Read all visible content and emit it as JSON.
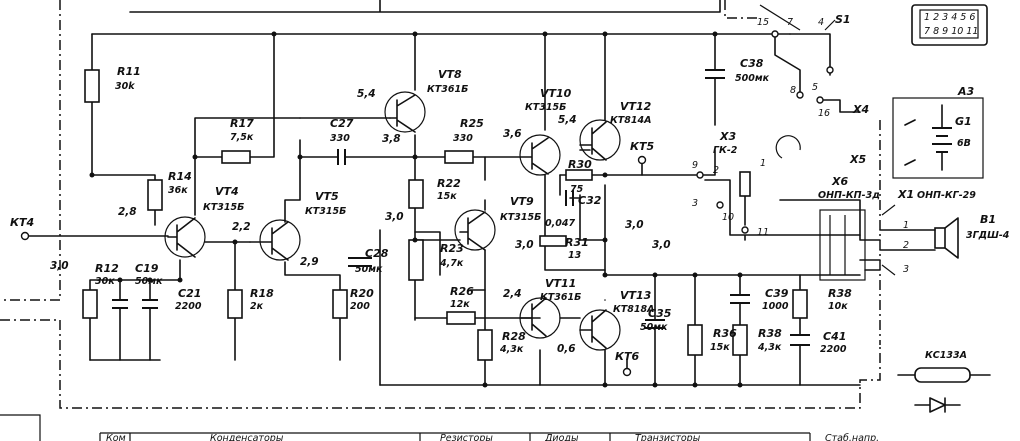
{
  "resistors": [
    {
      "id": "R11",
      "ref": "R11",
      "value": "30k"
    },
    {
      "id": "R14",
      "ref": "R14",
      "value": "36к"
    },
    {
      "id": "R17",
      "ref": "R17",
      "value": "7,5к"
    },
    {
      "id": "R12",
      "ref": "R12",
      "value": "30к"
    },
    {
      "id": "R18",
      "ref": "R18",
      "value": "2к"
    },
    {
      "id": "R20",
      "ref": "R20",
      "value": "200"
    },
    {
      "id": "R22",
      "ref": "R22",
      "value": "15к"
    },
    {
      "id": "R23",
      "ref": "R23",
      "value": "4,7к"
    },
    {
      "id": "R25",
      "ref": "R25",
      "value": "330"
    },
    {
      "id": "R26",
      "ref": "R26",
      "value": "12к"
    },
    {
      "id": "R28",
      "ref": "R28",
      "value": "4,3к"
    },
    {
      "id": "R30",
      "ref": "R30",
      "value": "75"
    },
    {
      "id": "R31",
      "ref": "R31",
      "value": "13"
    },
    {
      "id": "R36",
      "ref": "R36",
      "value": "15к"
    },
    {
      "id": "R38a",
      "ref": "R38",
      "value": "4,3к"
    },
    {
      "id": "R38b",
      "ref": "R38",
      "value": "10к"
    }
  ],
  "capacitors": [
    {
      "id": "C19",
      "ref": "C19",
      "value": "50мк"
    },
    {
      "id": "C21",
      "ref": "C21",
      "value": "2200"
    },
    {
      "id": "C27",
      "ref": "C27",
      "value": "330"
    },
    {
      "id": "C28",
      "ref": "C28",
      "value": "50мк"
    },
    {
      "id": "C32",
      "ref": "C32",
      "value": "0,047"
    },
    {
      "id": "C35",
      "ref": "C35",
      "value": "50мк"
    },
    {
      "id": "C38",
      "ref": "C38",
      "value": "500мк"
    },
    {
      "id": "C39",
      "ref": "C39",
      "value": "1000"
    },
    {
      "id": "C41",
      "ref": "C41",
      "value": "2200"
    }
  ],
  "transistors": [
    {
      "id": "VT4",
      "ref": "VT4",
      "type": "КТ315Б"
    },
    {
      "id": "VT5",
      "ref": "VT5",
      "type": "КТ315Б"
    },
    {
      "id": "VT8",
      "ref": "VT8",
      "type": "КТ361Б"
    },
    {
      "id": "VT9",
      "ref": "VT9",
      "type": "КТ315Б"
    },
    {
      "id": "VT10",
      "ref": "VT10",
      "type": "КТ315Б"
    },
    {
      "id": "VT11",
      "ref": "VT11",
      "type": "КТ361Б"
    },
    {
      "id": "VT12",
      "ref": "VT12",
      "type": "КТ814А"
    },
    {
      "id": "VT13",
      "ref": "VT13",
      "type": "КТ818А"
    }
  ],
  "voltages": [
    "2,8",
    "3,0",
    "2,2",
    "2,9",
    "5,4",
    "3,8",
    "3,6",
    "5,4",
    "3,0",
    "3,0",
    "3,0",
    "2,4",
    "0,6",
    "3,0"
  ],
  "testpoints": [
    "КТ4",
    "КТ5",
    "КТ6"
  ],
  "switch": {
    "ref": "S1",
    "pins": [
      "15",
      "7",
      "4",
      "8",
      "5",
      "16"
    ]
  },
  "connectors": {
    "x3": "X3",
    "x3_type": "ГК-2",
    "x4": "X4",
    "x5": "X5",
    "x6": "X6",
    "x6_type": "ОНП-КП-3д",
    "x7": "X1",
    "x7_type": "ОНП-КГ-29"
  },
  "battery": {
    "block": "A3",
    "ref": "G1",
    "value": "6В"
  },
  "speaker": {
    "ref": "B1",
    "type": "3ГДШ-4"
  },
  "diode": {
    "type": "КС133А"
  },
  "jack_pins": [
    "9",
    "2",
    "1",
    "3",
    "10",
    "11",
    "1",
    "2",
    "3"
  ],
  "table": {
    "headers": [
      "Ком",
      "Конденсаторы",
      "Резисторы",
      "Диоды",
      "Транзисторы",
      "Стаб.напр."
    ]
  },
  "chip_legend": {
    "top": "1 2 3 4 5 6",
    "bottom": "7 8 9 10 11"
  }
}
